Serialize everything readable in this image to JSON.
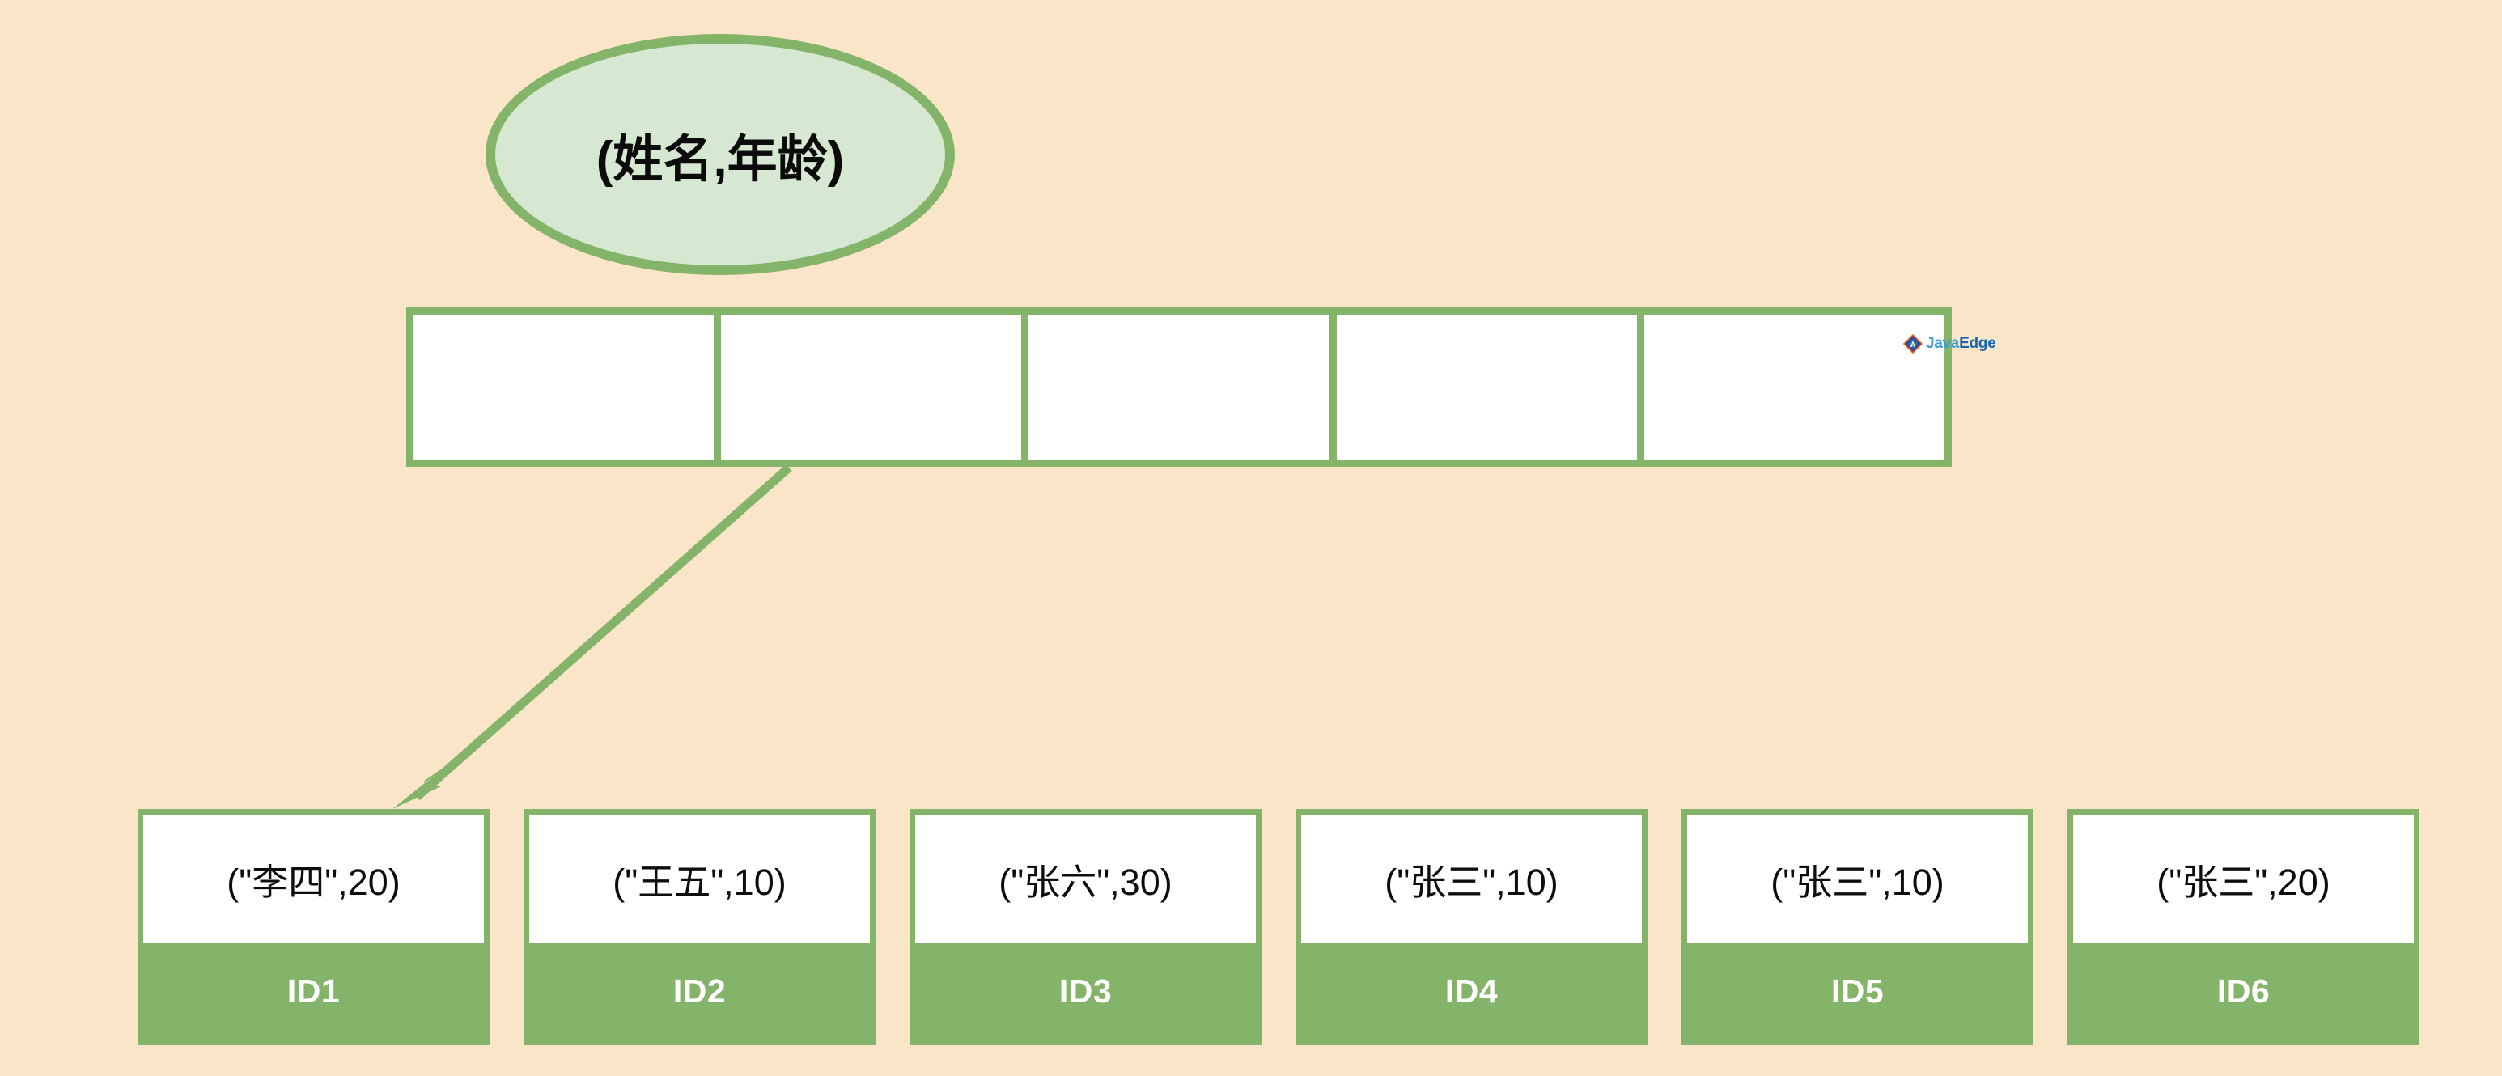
{
  "diagram": {
    "title_label": "(姓名,年龄)",
    "colors": {
      "background": "#fbe5c8",
      "green": "#84b46a",
      "ellipse_fill": "#d6e7d2",
      "cell_white": "#ffffff",
      "text_dark": "#0d0d0d",
      "watermark_java": "#3a9ad9",
      "watermark_edge": "#1367b0"
    },
    "index_row": {
      "slots": [
        "",
        "",
        "",
        "",
        ""
      ]
    },
    "arrow": {
      "from_label": "index-slot-2",
      "to_label": "record-card-1"
    },
    "records": [
      {
        "value": "(\"李四\",20)",
        "id": "ID1"
      },
      {
        "value": "(\"王五\",10)",
        "id": "ID2"
      },
      {
        "value": "(\"张六\",30)",
        "id": "ID3"
      },
      {
        "value": "(\"张三\",10)",
        "id": "ID4"
      },
      {
        "value": "(\"张三\",10)",
        "id": "ID5"
      },
      {
        "value": "(\"张三\",20)",
        "id": "ID6"
      }
    ],
    "watermark": {
      "logo_icon": "javaedge-diamond-logo-icon",
      "text_primary": "Java",
      "text_secondary": "Edge"
    }
  }
}
